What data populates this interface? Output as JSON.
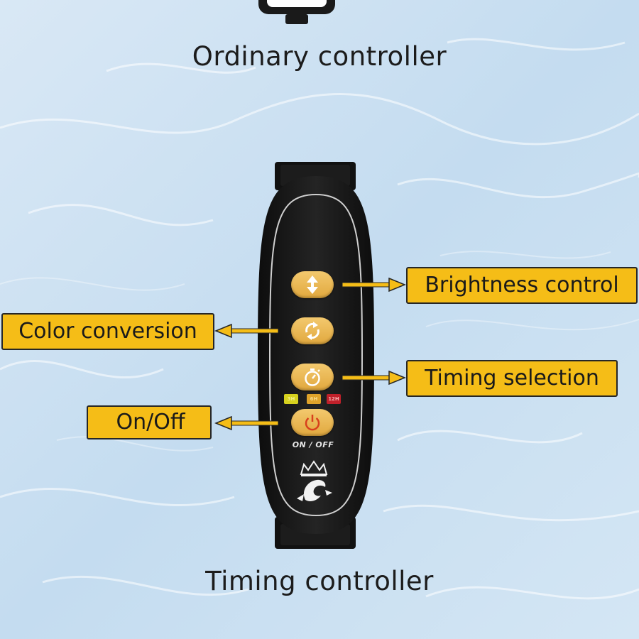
{
  "captions": {
    "top": "Ordinary controller",
    "bottom": "Timing controller"
  },
  "labels": {
    "brightness": "Brightness control",
    "color": "Color conversion",
    "timing": "Timing selection",
    "onoff": "On/Off"
  },
  "device": {
    "timer_indicators": [
      "3H",
      "6H",
      "12H"
    ],
    "power_text": "ON / OFF",
    "logo_icon": "crown-dolphin-logo-icon",
    "button_icons": [
      "up-down-arrows-icon",
      "recycle-arrows-icon",
      "stopwatch-icon",
      "power-icon"
    ]
  },
  "colors": {
    "label_fill": "#f5bd17",
    "button_fill": "#eab552",
    "device_body": "#1a1a1a",
    "power_icon": "#d8401c",
    "indicator_3h": "#d6d11e",
    "indicator_6h": "#e0a32a",
    "indicator_12h": "#c0202a"
  }
}
